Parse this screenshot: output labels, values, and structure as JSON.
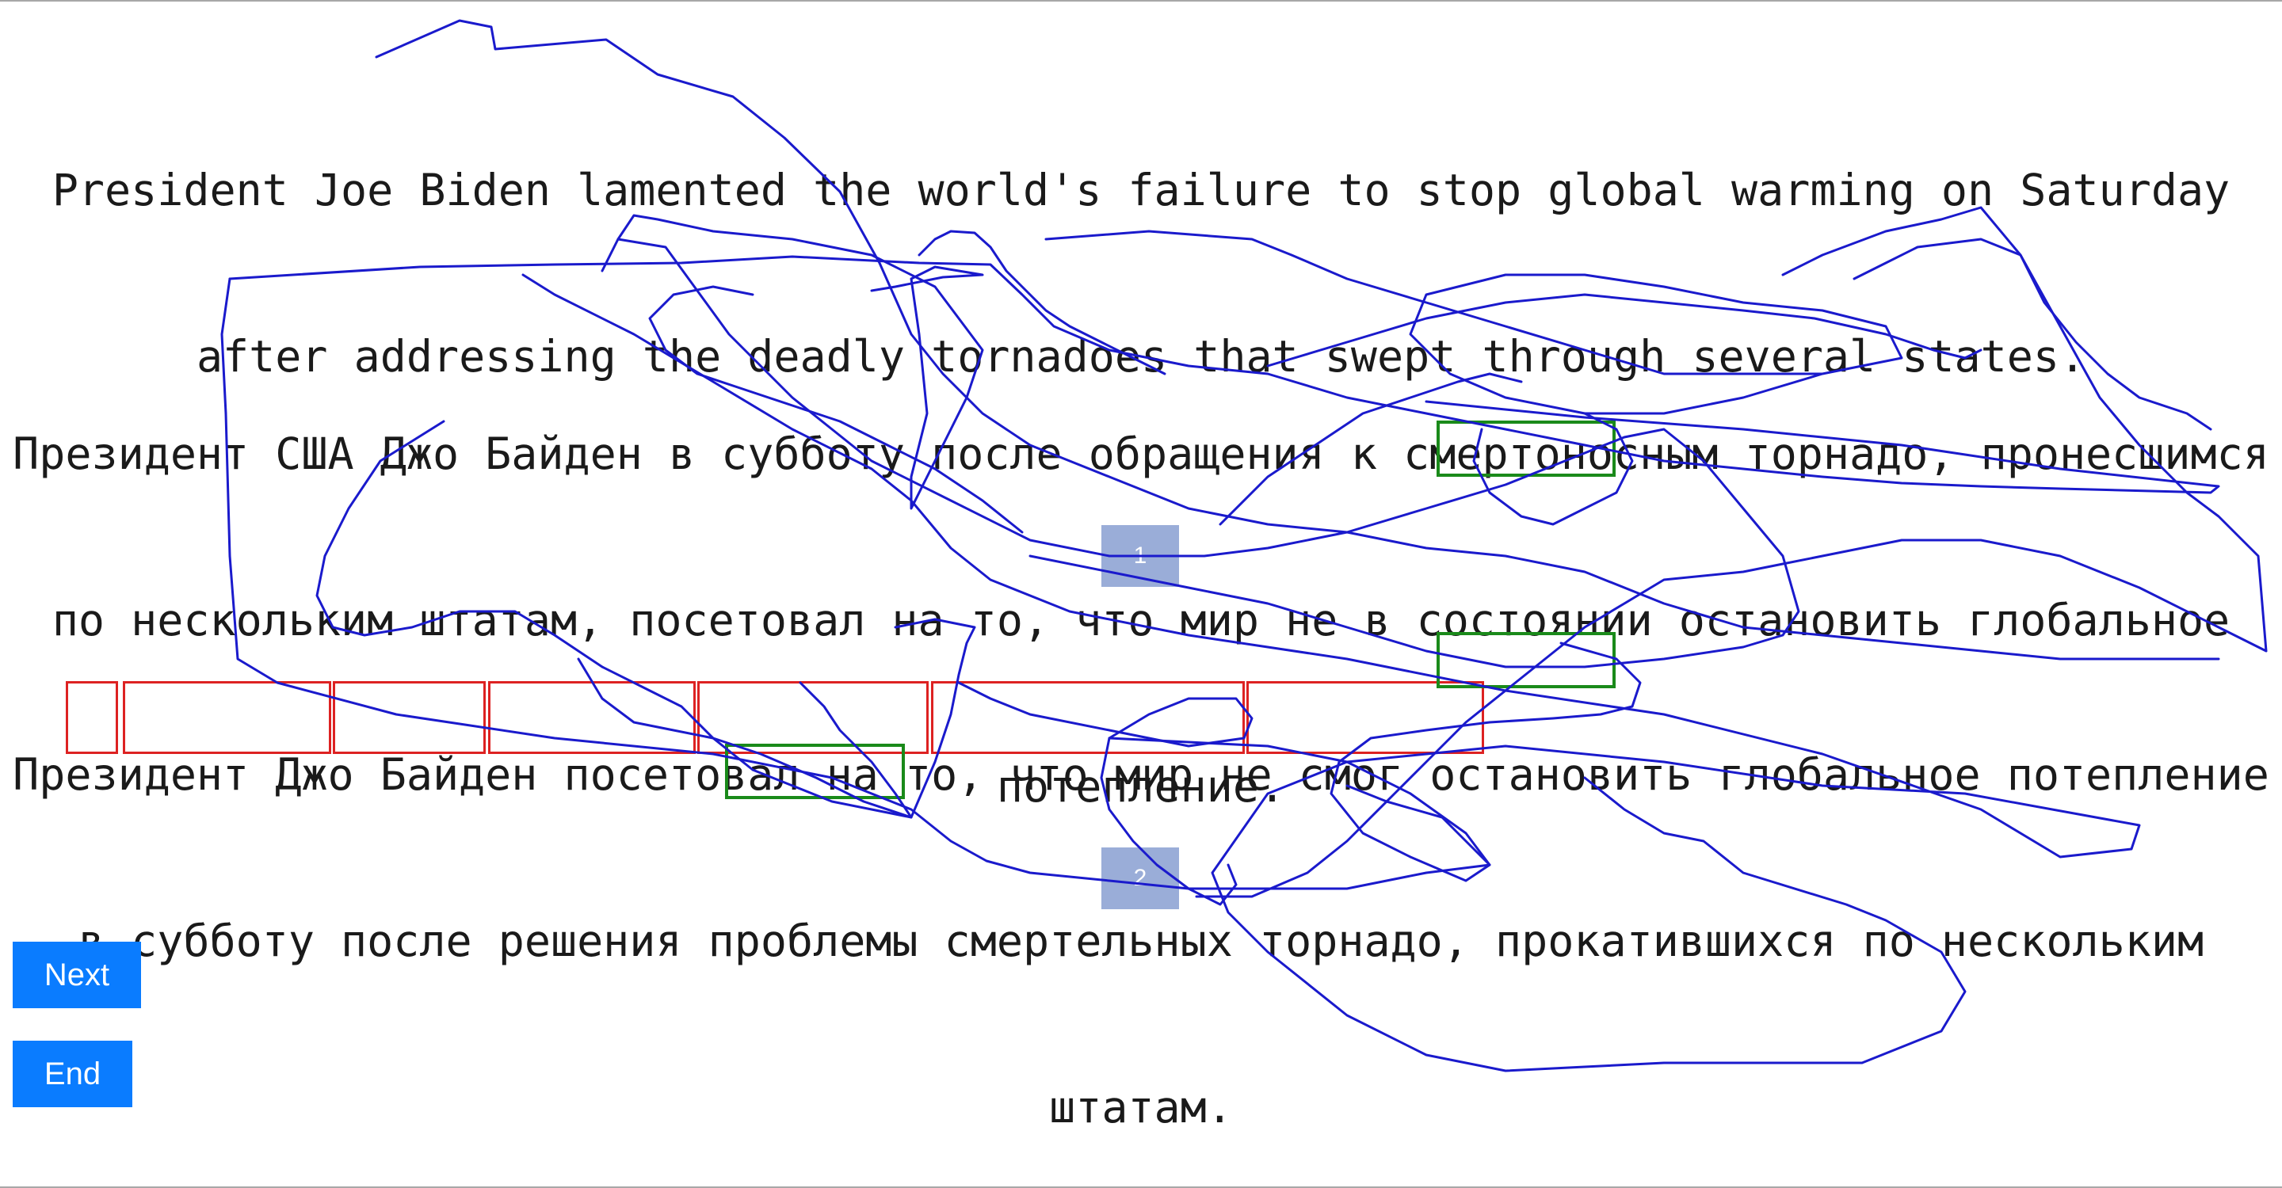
{
  "source": {
    "lines": [
      "President Joe Biden lamented the world's failure to stop global warming on Saturday",
      "after addressing the deadly tornadoes that swept through several states."
    ]
  },
  "reference": {
    "lines": [
      "Президент США Джо Байден в субботу после обращения к смертоносным торнадо, пронесшимся",
      "по нескольким штатам, посетовал на то, что мир не в состоянии остановить глобальное",
      "потепление."
    ],
    "badge": "1"
  },
  "hypothesis": {
    "lines": [
      "Президент Джо Байден посетовал на то, что мир не смог остановить глобальное потепление",
      "в субботу после решения проблемы смертельных торнадо, прокатившихся по нескольким",
      "штатам."
    ],
    "badge": "2"
  },
  "buttons": {
    "next": "Next",
    "end": "End"
  },
  "colors": {
    "button": "#0a7cff",
    "badge": "#9aadd8",
    "error_box": "#dd2222",
    "missing_box": "#1a8a1a",
    "scribble": "#1a1acc"
  }
}
